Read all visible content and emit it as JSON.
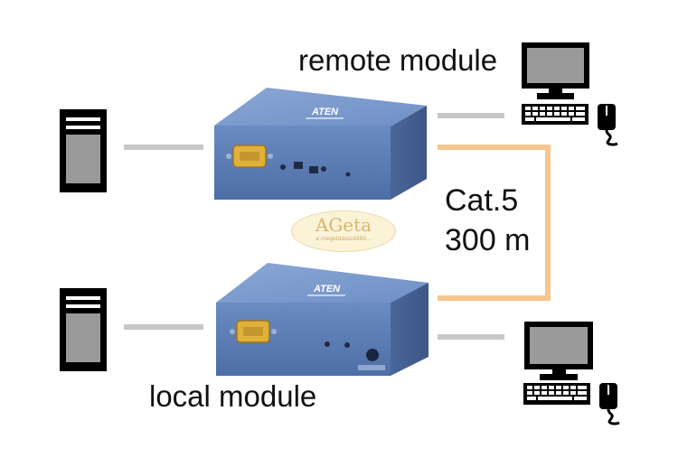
{
  "labels": {
    "remote_module": "remote module",
    "local_module": "local module",
    "cable_type": "Cat.5",
    "cable_length": "300 m"
  },
  "device": {
    "brand": "ATEN"
  },
  "watermark": {
    "brand": "AGeta",
    "tagline": "a megoldásszállító..."
  },
  "colors": {
    "cat5_cable": "#f6c68e",
    "connector_lines": "#c8c8c8",
    "module_body": "#5f7fb3",
    "module_top": "#7d9ccd",
    "vga_port": "#e0b13a",
    "pc_black": "#000000",
    "pc_gray": "#9a9a9a"
  },
  "icons": [
    "pc-tower-icon",
    "monitor-icon",
    "keyboard-icon",
    "mouse-icon"
  ]
}
